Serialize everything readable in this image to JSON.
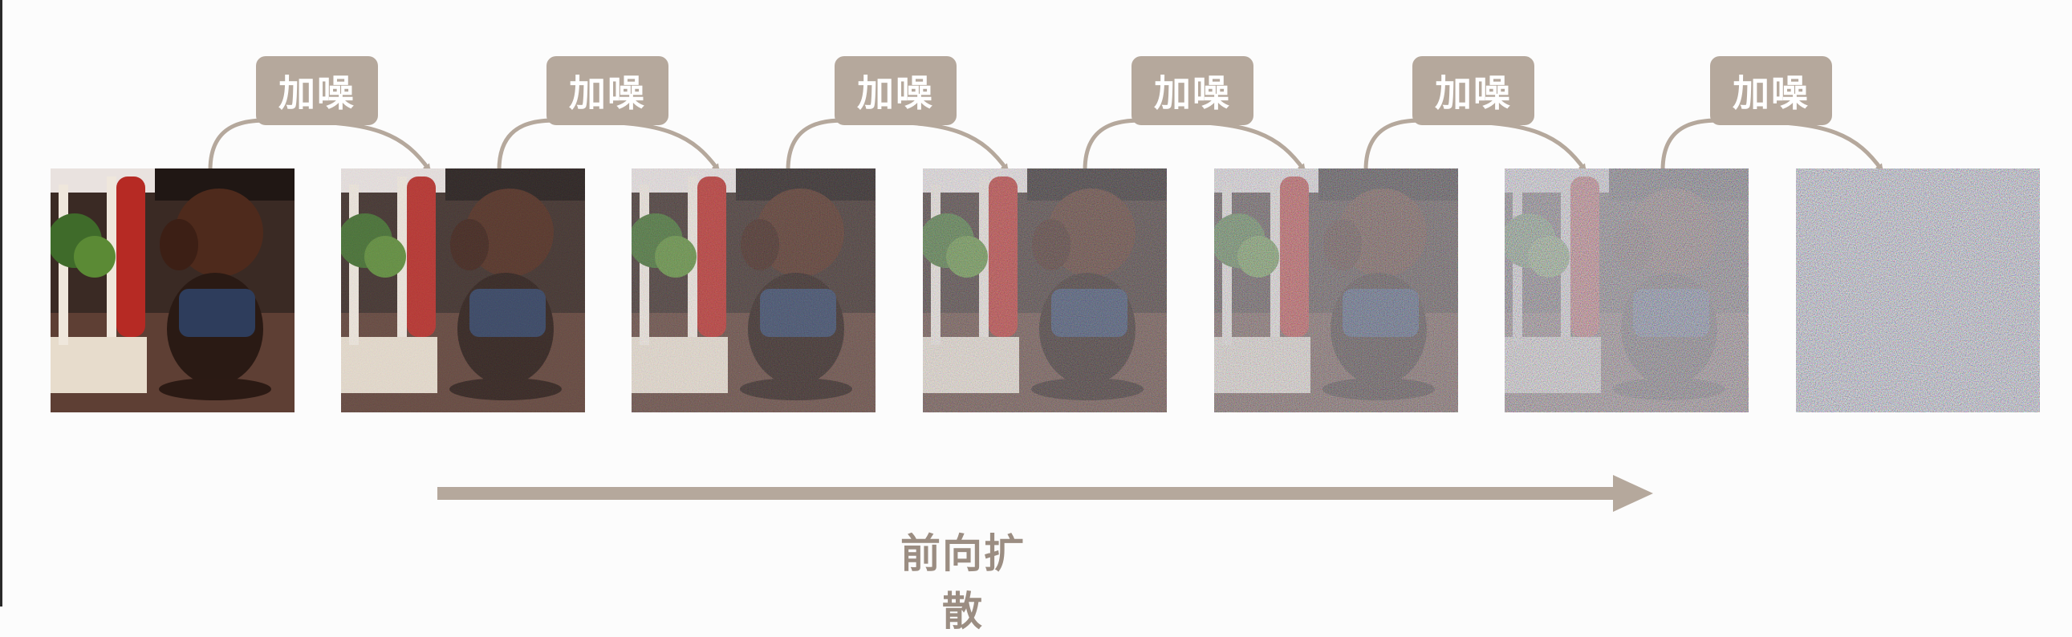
{
  "step_label": "加噪",
  "direction_label": "前向扩散",
  "noise_levels": [
    0,
    0.14,
    0.28,
    0.42,
    0.58,
    0.78,
    1.0
  ],
  "colors": {
    "accent": "#b5a89c",
    "accent_text": "#9b8d82",
    "label_text": "#ffffff"
  }
}
